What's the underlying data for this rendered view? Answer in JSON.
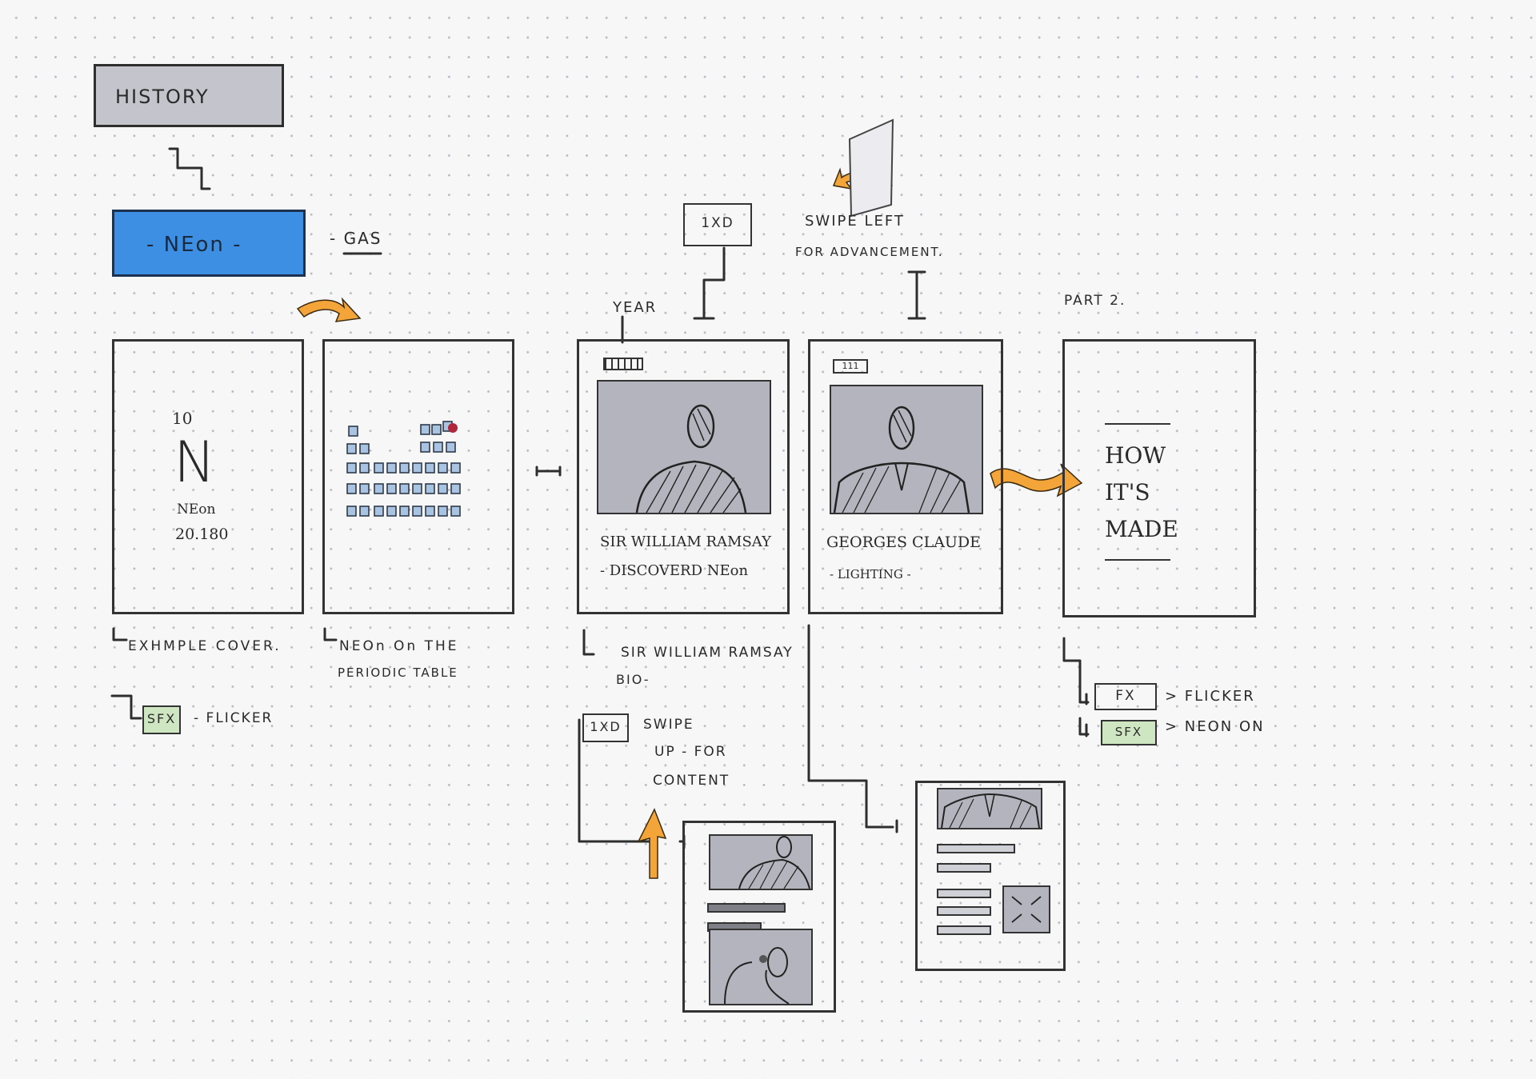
{
  "nav": {
    "history_label": "HISTORY",
    "neon_label": "- NEon -",
    "gas_note": "- GAS"
  },
  "screens": {
    "cover": {
      "atomic_number": "10",
      "symbol": "N",
      "name": "NEon",
      "mass": "20.180",
      "caption": "EXHMPLE COVER."
    },
    "periodic": {
      "caption_line1": "NEOn On THE",
      "caption_line2": "PERIODIC TABLE"
    },
    "ramsay": {
      "year_label": "YEAR",
      "title_line1": "SIR WILLIAM RAMSAY",
      "title_line2": "- DISCOVERD NEon",
      "caption_line1": "SIR WILLIAM RAMSAY",
      "caption_line2": "BIO-"
    },
    "claude": {
      "year_label": "111",
      "title_line1": "GEORGES CLAUDE",
      "title_line2": "- LIGHTING -"
    },
    "part2": {
      "label": "PART 2.",
      "title_line1": "HOW",
      "title_line2": "IT'S",
      "title_line3": "MADE"
    }
  },
  "interactions": {
    "swipe_left_tag": "1XD",
    "swipe_left_line1": "SWIPE LEFT",
    "swipe_left_line2": "FOR ADVANCEMENT.",
    "swipe_up_tag": "1XD",
    "swipe_up_line1": "SWIPE",
    "swipe_up_line2": "UP - FOR",
    "swipe_up_line3": "CONTENT",
    "cover_sfx_tag": "SFX",
    "cover_sfx_note": "- FLICKER",
    "part2_fx_tag": "FX",
    "part2_fx_note": "> FLICKER",
    "part2_sfx_tag": "SFX",
    "part2_sfx_note": "> NEON ON"
  },
  "colors": {
    "neon_blue": "#3d8fe4",
    "history_gray": "#c3c4cc",
    "arrow_orange": "#f4a53a",
    "sfx_green": "#cfe6c2",
    "photo_gray": "#b4b4bf",
    "highlight_red": "#b0263a",
    "cell_blue": "#a9c4e2"
  }
}
